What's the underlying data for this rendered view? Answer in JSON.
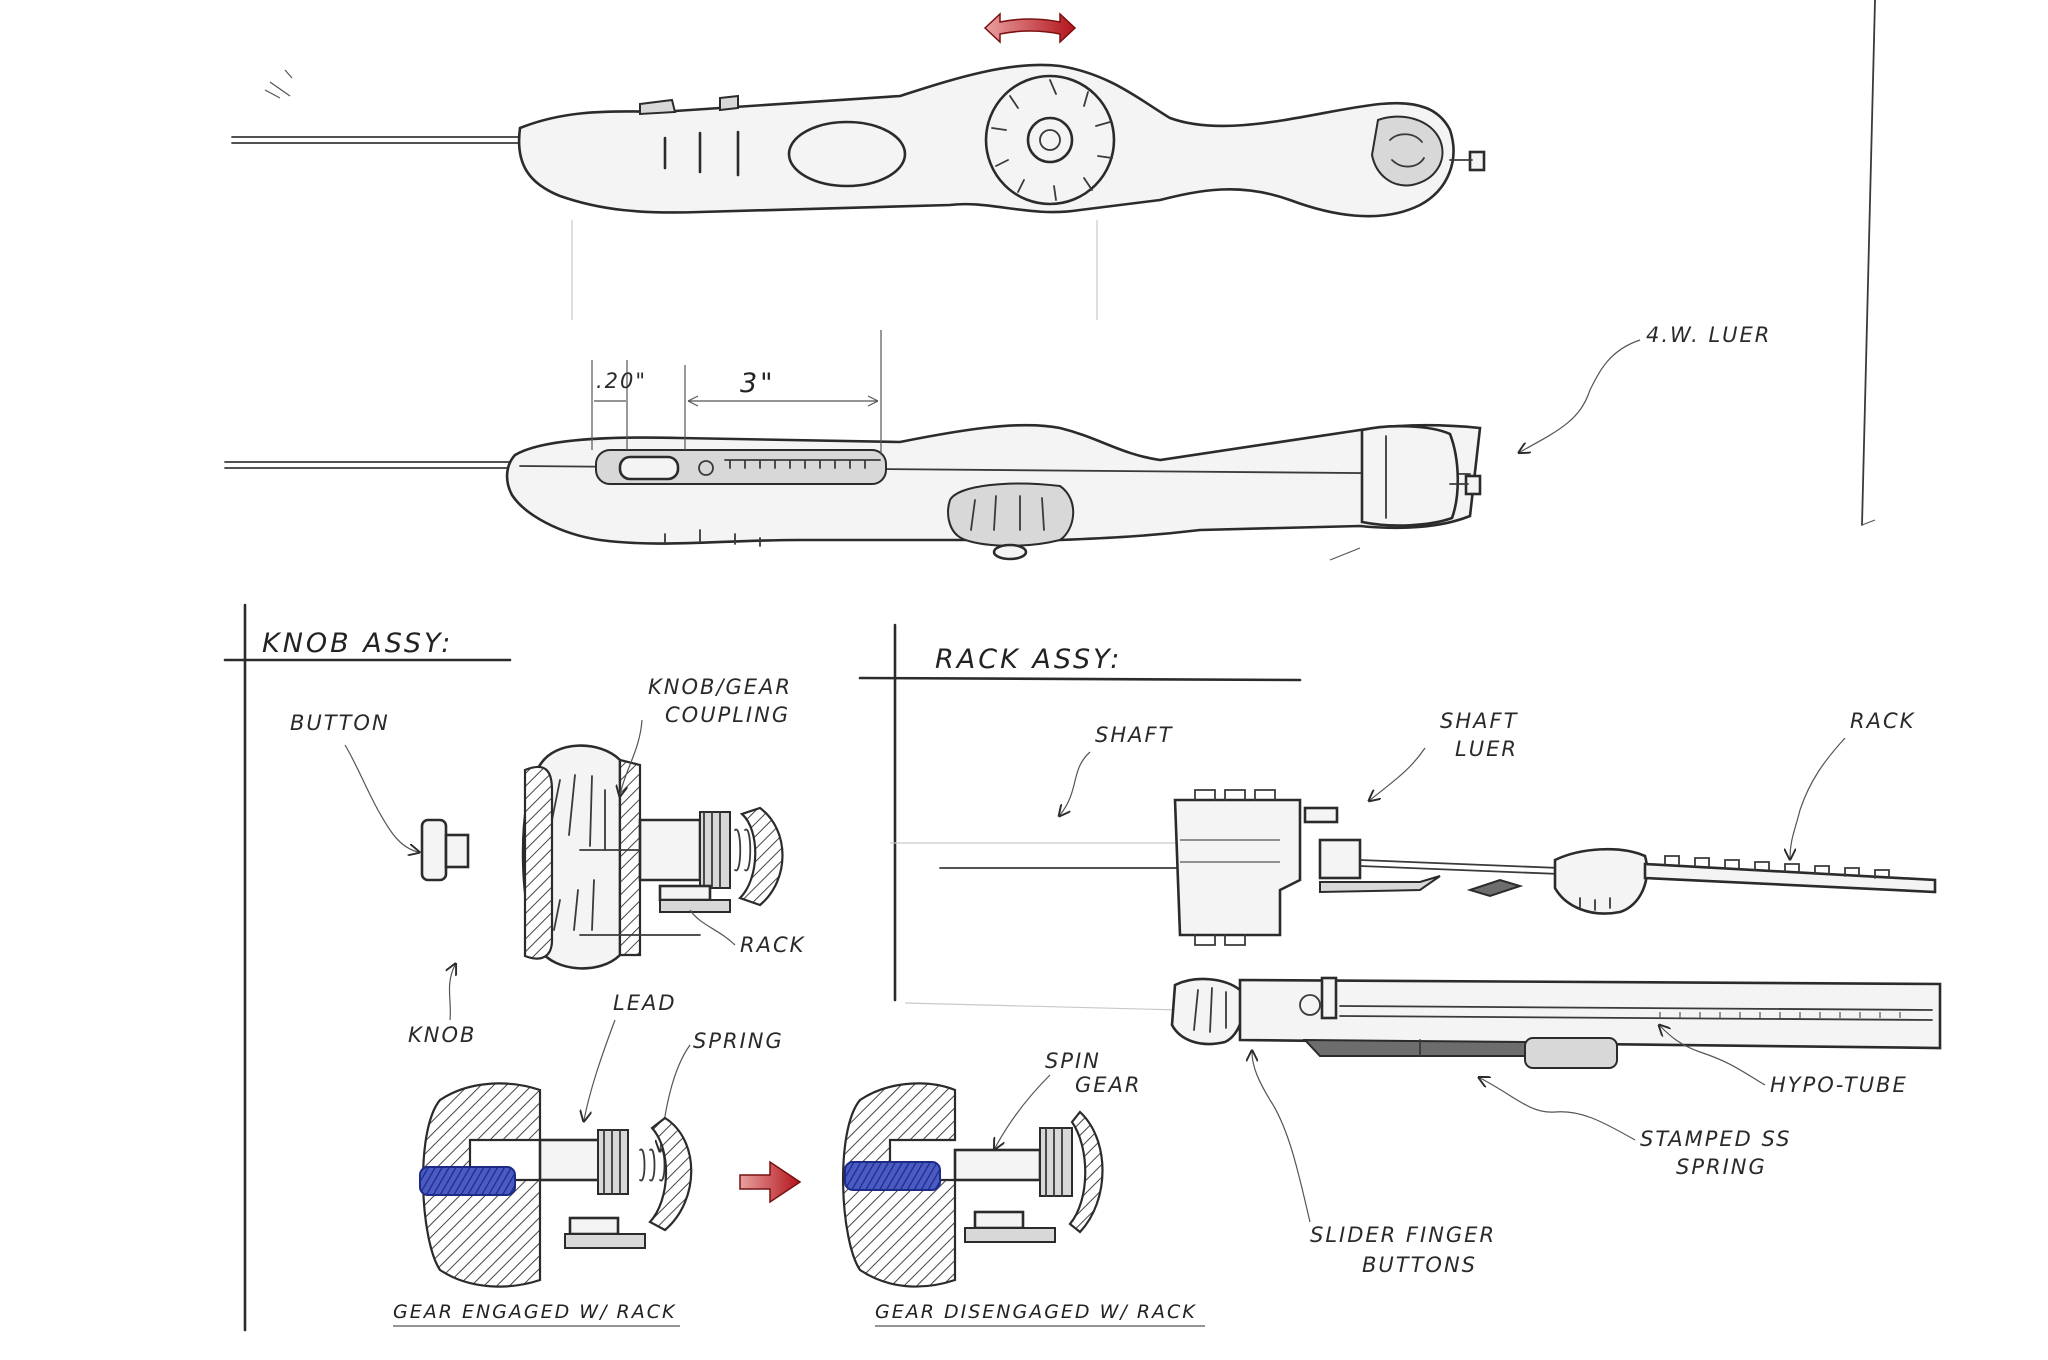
{
  "labels": {
    "dim_small": ".20\"",
    "dim_large": "3\"",
    "luer": "4.W. LUER",
    "knob_assy": "KNOB ASSY:",
    "rack_assy": "RACK ASSY:",
    "button": "BUTTON",
    "knob_gear_coupling_1": "KNOB/GEAR",
    "knob_gear_coupling_2": "COUPLING",
    "rack_knob": "RACK",
    "knob": "KNOB",
    "lead": "LEAD",
    "spring": "SPRING",
    "spin_gear_1": "SPIN",
    "spin_gear_2": "GEAR",
    "shaft": "SHAFT",
    "shaft_luer_1": "SHAFT",
    "shaft_luer_2": "LUER",
    "rack": "RACK",
    "hypo_tube": "HYPO-TUBE",
    "stamped_ss_spring_1": "STAMPED SS",
    "stamped_ss_spring_2": "SPRING",
    "slider_finger_buttons_1": "SLIDER FINGER",
    "slider_finger_buttons_2": "BUTTONS",
    "caption_engaged": "GEAR ENGAGED W/ RACK",
    "caption_disengaged": "GEAR DISENGAGED W/ RACK"
  },
  "colors": {
    "ink": "#2b2b2b",
    "rotate_arrow": "#c0262b",
    "lead_blue": "#2f3fa8"
  }
}
